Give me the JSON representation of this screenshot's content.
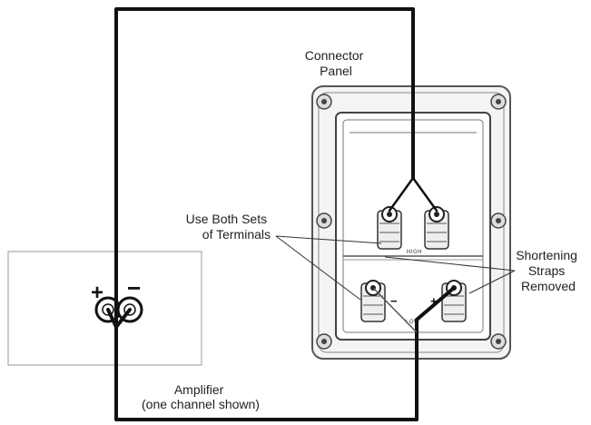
{
  "labels": {
    "connector_panel_line1": "Connector",
    "connector_panel_line2": "Panel",
    "use_both_line1": "Use Both Sets",
    "use_both_line2": "of Terminals",
    "shortening_line1": "Shortening",
    "shortening_line2": "Straps",
    "shortening_line3": "Removed",
    "amplifier_line1": "Amplifier",
    "amplifier_line2": "(one channel shown)"
  },
  "amplifier": {
    "plus_symbol": "+",
    "minus_symbol": "−"
  },
  "panel": {
    "high_label": "HIGH",
    "low_label": "LOW",
    "low_minus": "−",
    "low_plus": "+"
  },
  "colors": {
    "wire": "#111111",
    "panel_stroke": "#555555",
    "panel_fill": "#f4f4f4",
    "inner_fill": "#ffffff"
  }
}
